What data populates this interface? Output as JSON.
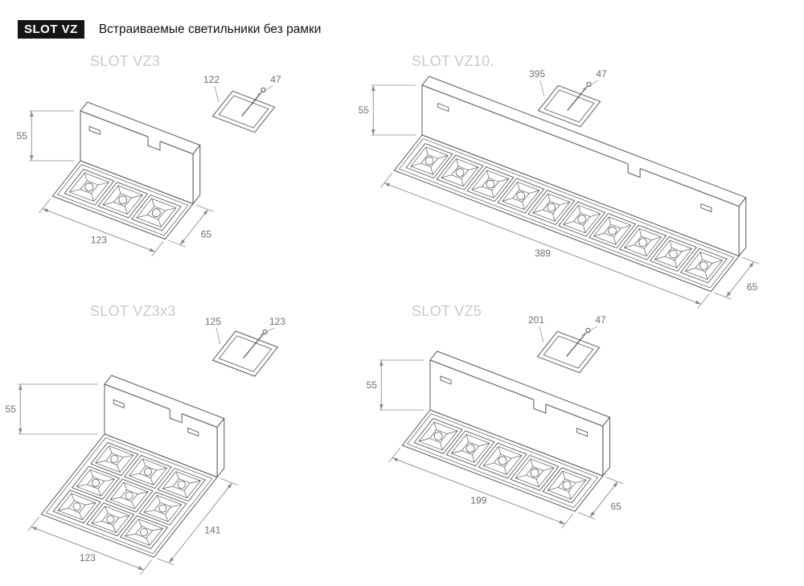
{
  "header": {
    "badge": "SLOT VZ",
    "title": "Встраиваемые светильники без рамки"
  },
  "products": [
    {
      "name": "SLOT VZ3",
      "height": "55",
      "length": "123",
      "depth": "65",
      "cutout_length": "122",
      "cutout_depth": "47",
      "cells": {
        "rows": 1,
        "cols": 3
      }
    },
    {
      "name": "SLOT VZ10.",
      "height": "55",
      "length": "389",
      "depth": "65",
      "cutout_length": "395",
      "cutout_depth": "47",
      "cells": {
        "rows": 1,
        "cols": 10
      }
    },
    {
      "name": "SLOT VZ3x3",
      "height": "55",
      "length": "123",
      "depth": "141",
      "cutout_length": "125",
      "cutout_depth": "123",
      "cells": {
        "rows": 3,
        "cols": 3
      }
    },
    {
      "name": "SLOT VZ5",
      "height": "55",
      "length": "199",
      "depth": "65",
      "cutout_length": "201",
      "cutout_depth": "47",
      "cells": {
        "rows": 1,
        "cols": 5
      }
    }
  ],
  "colors": {
    "line": "#58585a",
    "dim": "#8a8a8a",
    "text": "#6e6e6e",
    "title": "#c7cacc",
    "badge_bg": "#151515",
    "badge_text": "#ffffff",
    "background": "#ffffff"
  }
}
